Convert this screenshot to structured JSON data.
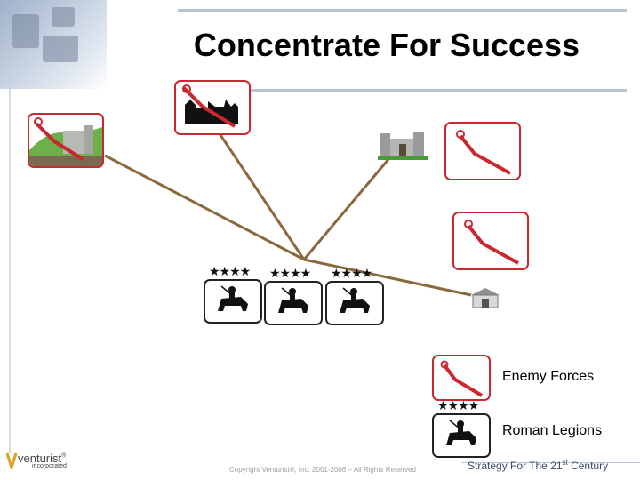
{
  "title": "Concentrate For Success",
  "legend": {
    "enemy_label": "Enemy Forces",
    "legion_label": "Roman Legions",
    "legion_stars": "★★★★"
  },
  "legions": [
    {
      "stars": "★★★★"
    },
    {
      "stars": "★★★★"
    },
    {
      "stars": "★★★★"
    }
  ],
  "footer": {
    "tagline_prefix": "Strategy For The 21",
    "tagline_sup": "st",
    "tagline_suffix": " Century",
    "copyright": "Copyright Venturist®, Inc. 2001-2006 – All Rights Reserved",
    "logo": "venturist",
    "logo_mark": "®",
    "logo_sub": "incorporated"
  },
  "colors": {
    "line": "#8a6a3d",
    "enemy_border": "#c8282e",
    "title": "#000000"
  }
}
